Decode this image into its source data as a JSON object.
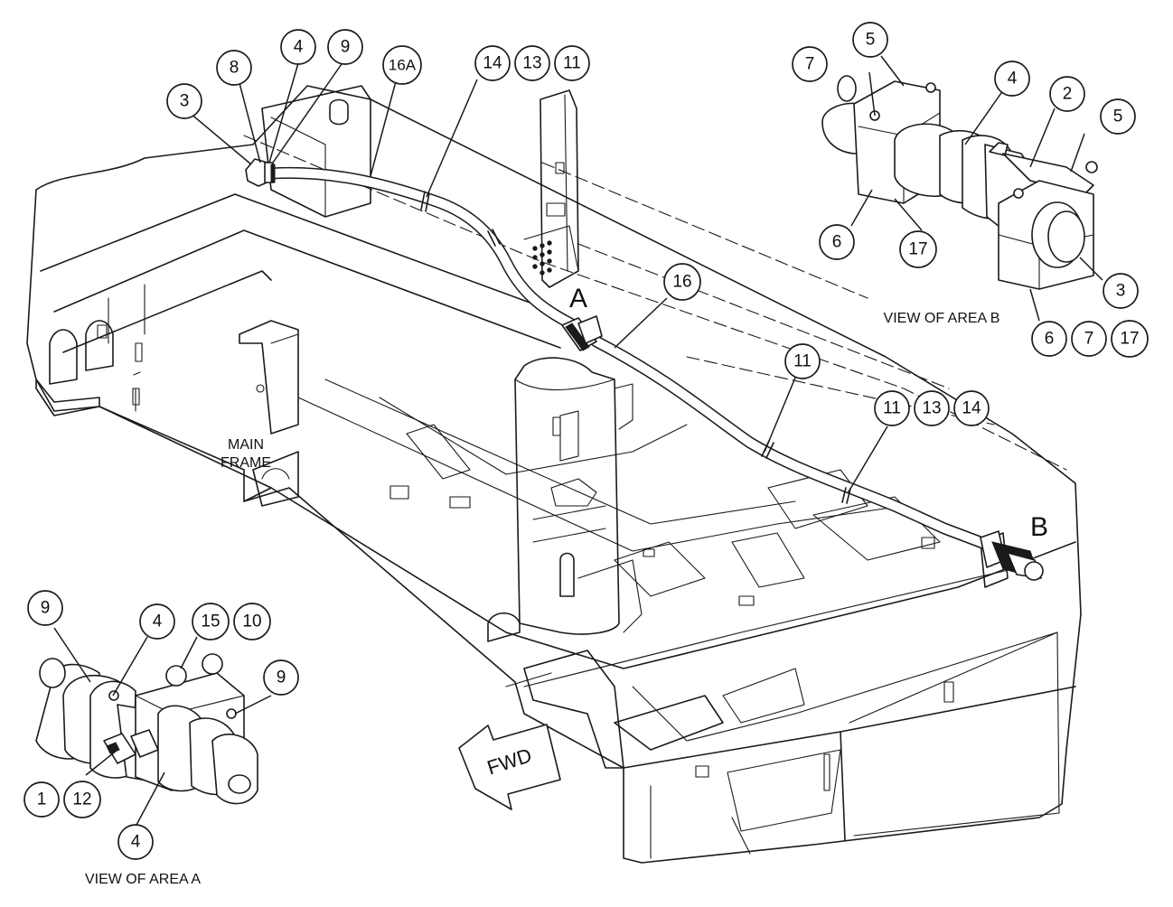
{
  "callouts": [
    {
      "id": "c1",
      "text": "3"
    },
    {
      "id": "c2",
      "text": "8"
    },
    {
      "id": "c3",
      "text": "4"
    },
    {
      "id": "c4",
      "text": "9"
    },
    {
      "id": "c5",
      "text": "16A"
    },
    {
      "id": "c6",
      "text": "14"
    },
    {
      "id": "c7",
      "text": "13"
    },
    {
      "id": "c8",
      "text": "11"
    },
    {
      "id": "c9",
      "text": "16"
    },
    {
      "id": "c10",
      "text": "11"
    },
    {
      "id": "c11",
      "text": "11"
    },
    {
      "id": "c12",
      "text": "13"
    },
    {
      "id": "c13",
      "text": "14"
    },
    {
      "id": "c14",
      "text": "7"
    },
    {
      "id": "c15",
      "text": "5"
    },
    {
      "id": "c16",
      "text": "4"
    },
    {
      "id": "c17",
      "text": "2"
    },
    {
      "id": "c18",
      "text": "5"
    },
    {
      "id": "c19",
      "text": "6"
    },
    {
      "id": "c20",
      "text": "17"
    },
    {
      "id": "c21",
      "text": "3"
    },
    {
      "id": "c22",
      "text": "6"
    },
    {
      "id": "c23",
      "text": "7"
    },
    {
      "id": "c24",
      "text": "17"
    },
    {
      "id": "c25",
      "text": "9"
    },
    {
      "id": "c26",
      "text": "4"
    },
    {
      "id": "c27",
      "text": "15"
    },
    {
      "id": "c28",
      "text": "10"
    },
    {
      "id": "c29",
      "text": "9"
    },
    {
      "id": "c30",
      "text": "1"
    },
    {
      "id": "c31",
      "text": "12"
    },
    {
      "id": "c32",
      "text": "4"
    }
  ],
  "labels": {
    "area_a": "A",
    "area_b": "B",
    "main_frame_line1": "MAIN",
    "main_frame_line2": "FRAME",
    "fwd": "FWD",
    "view_area_a": "VIEW OF AREA A",
    "view_area_b": "VIEW OF AREA B"
  }
}
